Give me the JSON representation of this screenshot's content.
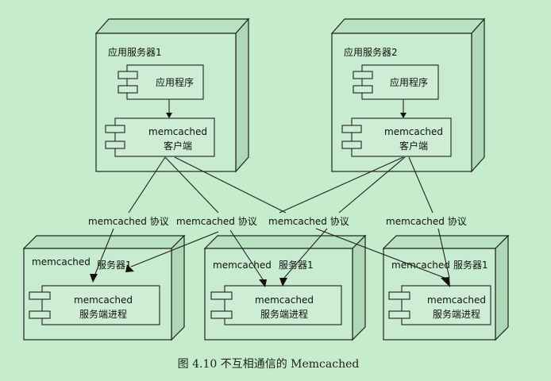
{
  "app_servers": [
    {
      "title": "应用服务器1",
      "app_label": "应用程序",
      "client_line1": "memcached",
      "client_line2": "客户端"
    },
    {
      "title": "应用服务器2",
      "app_label": "应用程序",
      "client_line1": "memcached",
      "client_line2": "客户端"
    }
  ],
  "mem_servers": [
    {
      "title_left": "memcached",
      "title_right": "服务器1",
      "proc_line1": "memcached",
      "proc_line2": "服务端进程"
    },
    {
      "title_left": "memcached",
      "title_right": "服务器1",
      "proc_line1": "memcached",
      "proc_line2": "服务端进程"
    },
    {
      "title_left": "memcached",
      "title_right": "服务器1",
      "proc_line1": "memcached",
      "proc_line2": "服务端进程"
    }
  ],
  "protocol_labels": [
    "memcached 协议",
    "memcached 协议",
    "memcached 协议",
    "memcached 协议"
  ],
  "caption": "图 4.10    不互相通信的 Memcached",
  "colors": {
    "background": "#c5eccb",
    "line": "#222222"
  }
}
